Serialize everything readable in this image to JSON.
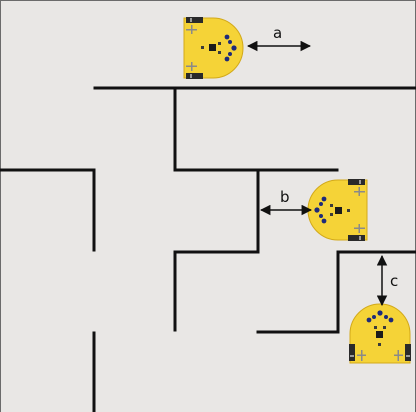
{
  "colors": {
    "background": "#e9e7e5",
    "border": "#6b6b6b",
    "wall": "#111111",
    "robot_body": "#f5d337",
    "robot_outline": "#d2a91a",
    "robot_dark": "#1b1b1b",
    "sensor": "#1e2a7a",
    "wheel": "#2a2a2a",
    "wheel_hub": "#9a9a9a"
  },
  "labels": {
    "a": "a",
    "b": "b",
    "c": "c"
  },
  "icons": {
    "robot": "robot-icon"
  }
}
